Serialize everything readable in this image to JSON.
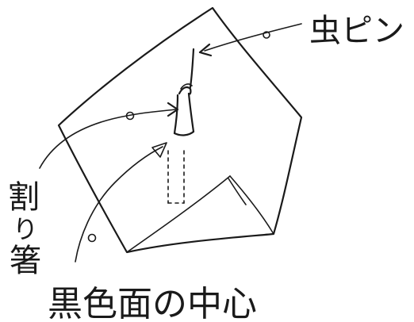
{
  "labels": {
    "pin": "虫ピン",
    "chopsticks": "割り箸",
    "center": "黒色面の中心"
  },
  "colors": {
    "ink": "#1a1a1a",
    "paper": "#ffffff"
  }
}
